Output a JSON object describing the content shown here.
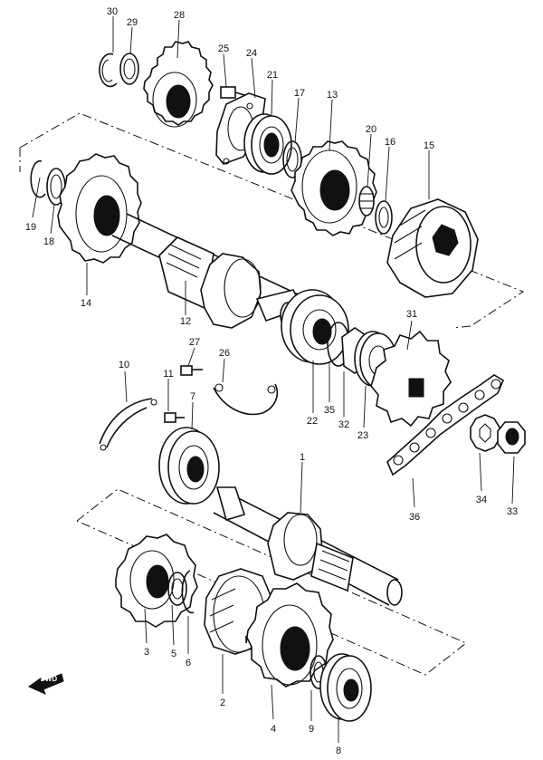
{
  "diagram": {
    "fwd_label": "FWD",
    "parts": [
      {
        "id": "30",
        "label": "30"
      },
      {
        "id": "29",
        "label": "29"
      },
      {
        "id": "28",
        "label": "28"
      },
      {
        "id": "25",
        "label": "25"
      },
      {
        "id": "24",
        "label": "24"
      },
      {
        "id": "21",
        "label": "21"
      },
      {
        "id": "17",
        "label": "17"
      },
      {
        "id": "13",
        "label": "13"
      },
      {
        "id": "20",
        "label": "20"
      },
      {
        "id": "16",
        "label": "16"
      },
      {
        "id": "15",
        "label": "15"
      },
      {
        "id": "19",
        "label": "19"
      },
      {
        "id": "18",
        "label": "18"
      },
      {
        "id": "14",
        "label": "14"
      },
      {
        "id": "12",
        "label": "12"
      },
      {
        "id": "31",
        "label": "31"
      },
      {
        "id": "22",
        "label": "22"
      },
      {
        "id": "35",
        "label": "35"
      },
      {
        "id": "32",
        "label": "32"
      },
      {
        "id": "23",
        "label": "23"
      },
      {
        "id": "27",
        "label": "27"
      },
      {
        "id": "26",
        "label": "26"
      },
      {
        "id": "10",
        "label": "10"
      },
      {
        "id": "11",
        "label": "11"
      },
      {
        "id": "7",
        "label": "7"
      },
      {
        "id": "1",
        "label": "1"
      },
      {
        "id": "36",
        "label": "36"
      },
      {
        "id": "34",
        "label": "34"
      },
      {
        "id": "33",
        "label": "33"
      },
      {
        "id": "3",
        "label": "3"
      },
      {
        "id": "5",
        "label": "5"
      },
      {
        "id": "6",
        "label": "6"
      },
      {
        "id": "2",
        "label": "2"
      },
      {
        "id": "4",
        "label": "4"
      },
      {
        "id": "9",
        "label": "9"
      },
      {
        "id": "8",
        "label": "8"
      }
    ]
  }
}
